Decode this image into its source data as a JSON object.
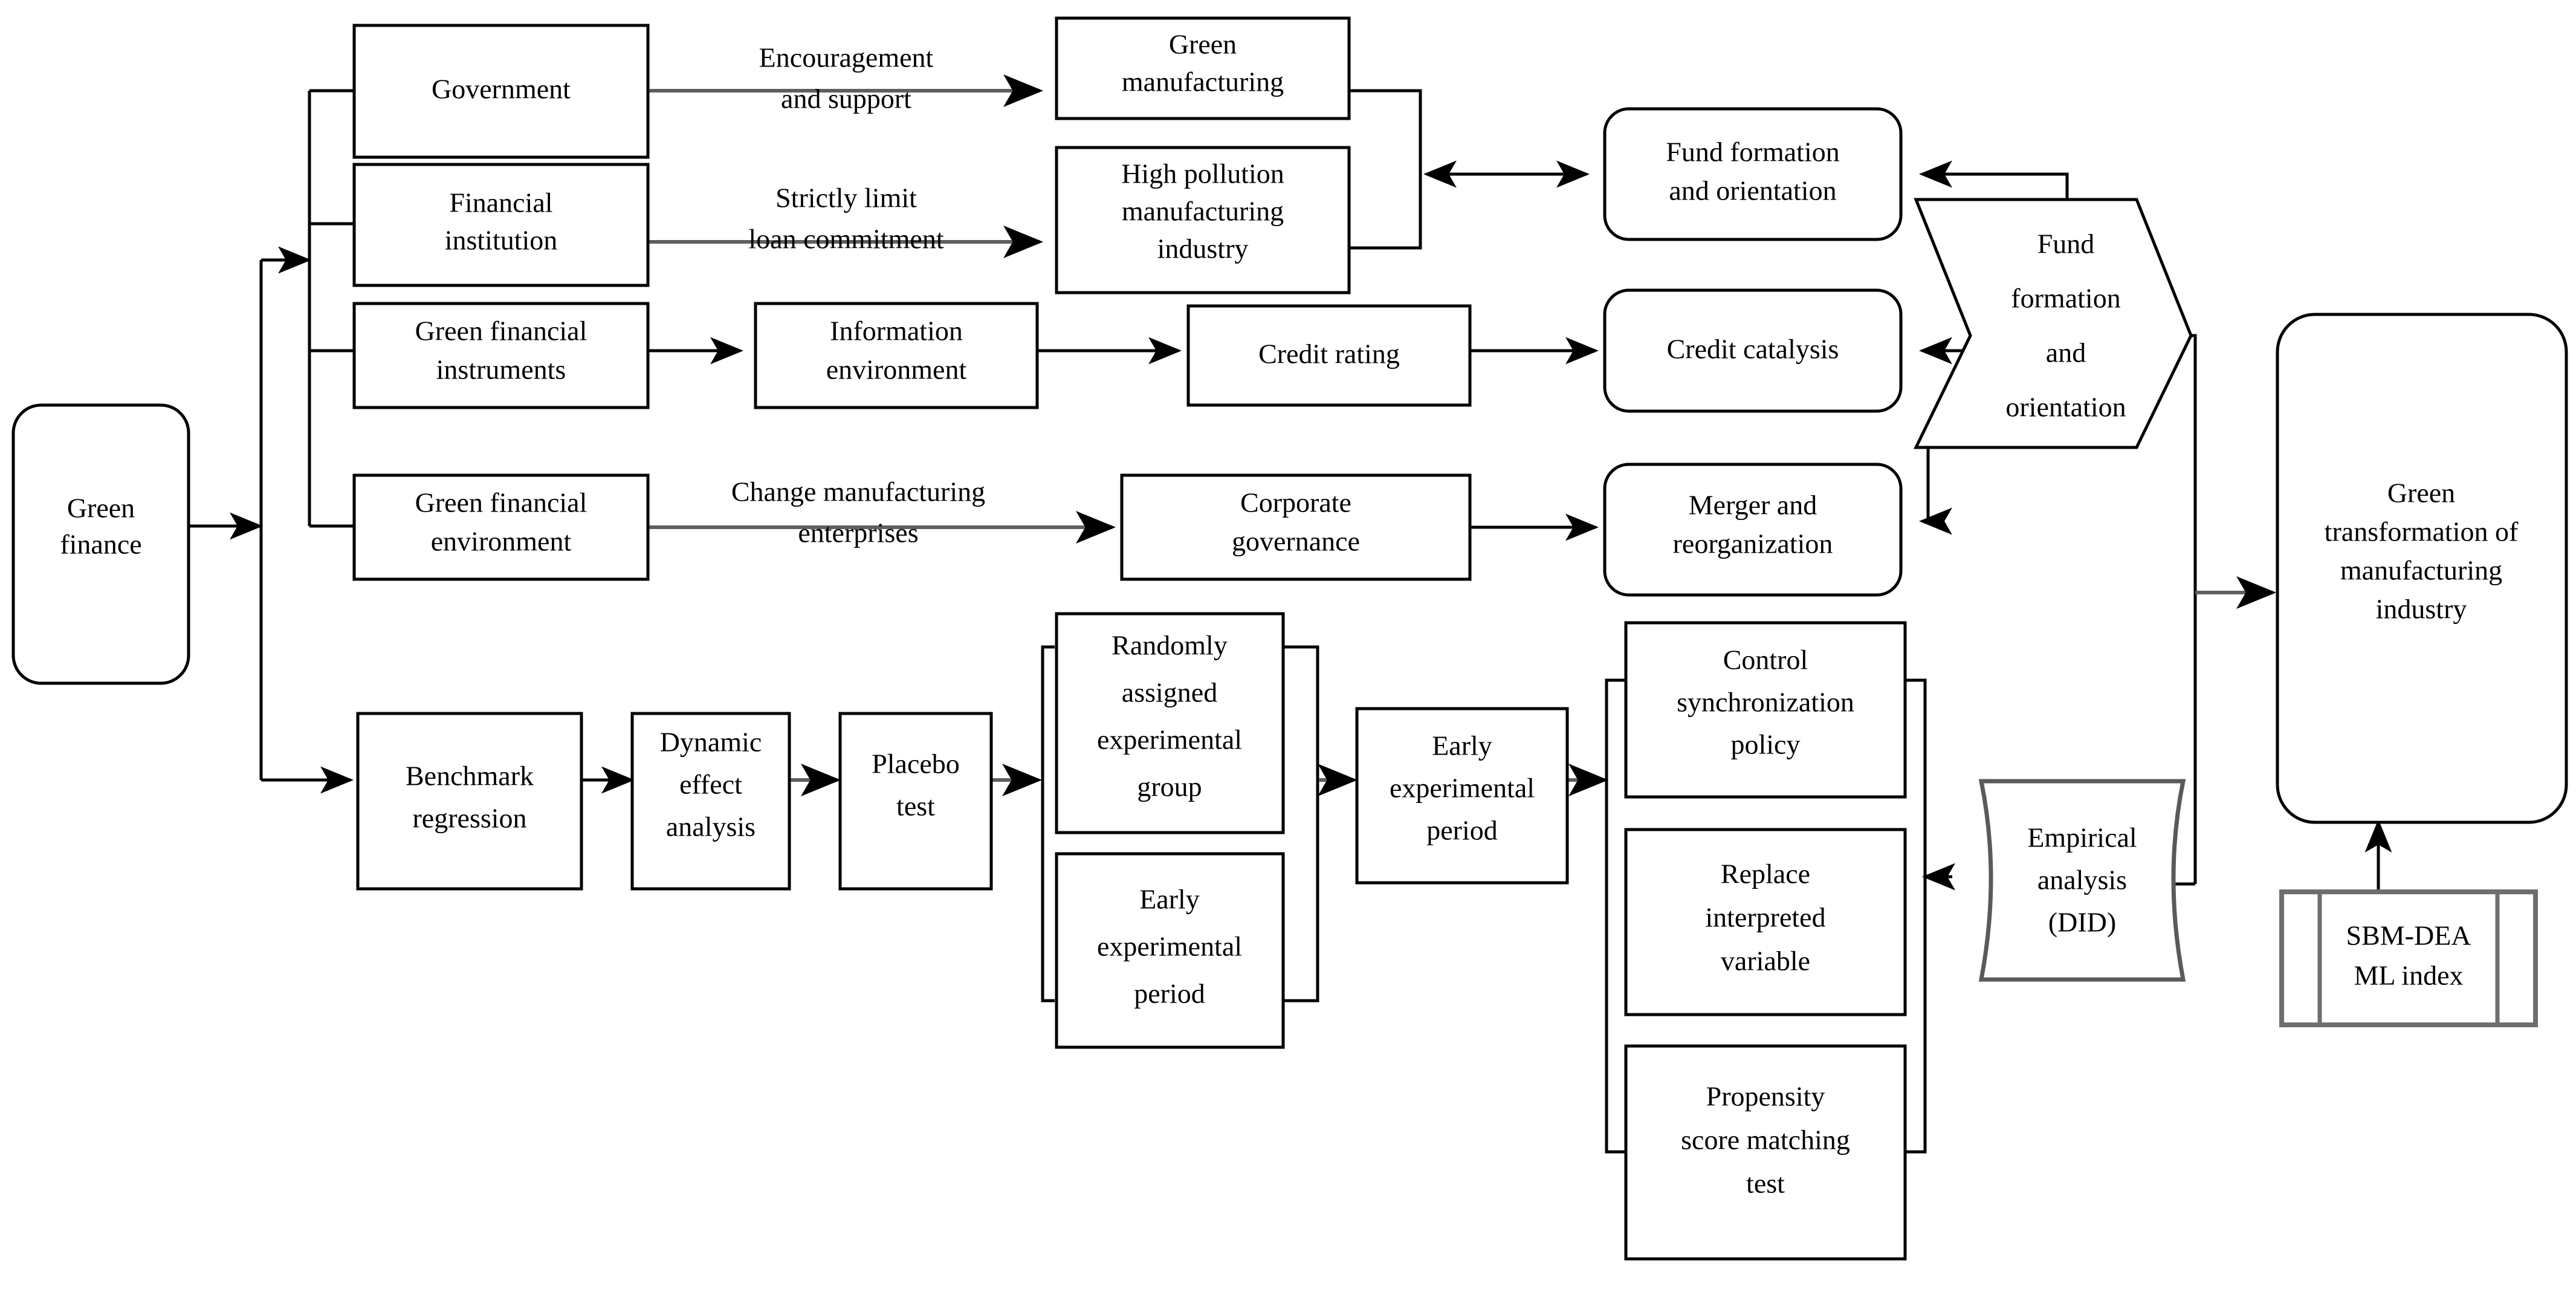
{
  "diagram": {
    "title": "Green finance and green transformation of manufacturing industry research framework",
    "colors": {
      "stroke": "#000000",
      "gray_stroke": "#5e5e5e",
      "background": "#ffffff"
    },
    "nodes": {
      "green_finance": {
        "label": "Green\nfinance",
        "shape": "rounded-rect"
      },
      "government": {
        "label": "Government",
        "shape": "rect"
      },
      "financial_institution": {
        "label": "Financial\ninstitution",
        "shape": "rect"
      },
      "green_financial_instruments": {
        "label": "Green financial\ninstruments",
        "shape": "rect"
      },
      "green_financial_environment": {
        "label": "Green financial\nenvironment",
        "shape": "rect"
      },
      "green_manufacturing": {
        "label": "Green\nmanufacturing",
        "shape": "rect"
      },
      "high_pollution": {
        "label": "High pollution\nmanufacturing\nindustry",
        "shape": "rect"
      },
      "information_environment": {
        "label": "Information\nenvironment",
        "shape": "rect"
      },
      "credit_rating": {
        "label": "Credit rating",
        "shape": "rect"
      },
      "corporate_governance": {
        "label": "Corporate\ngovernance",
        "shape": "rect"
      },
      "fund_formation_orientation": {
        "label": "Fund formation\nand orientation",
        "shape": "rounded-rect"
      },
      "credit_catalysis": {
        "label": "Credit catalysis",
        "shape": "rounded-rect"
      },
      "merger_reorganization": {
        "label": "Merger and\nreorganization",
        "shape": "rounded-rect"
      },
      "fund_formation_hex": {
        "label": "Fund\nformation\nand\norientation",
        "shape": "hexagon"
      },
      "green_transformation": {
        "label": "Green\ntransformation of\nmanufacturing\nindustry",
        "shape": "rounded-rect"
      },
      "sbm_dea": {
        "label": "SBM-DEA\nML index",
        "shape": "predefined-process"
      },
      "benchmark_regression": {
        "label": "Benchmark\nregression",
        "shape": "rect"
      },
      "dynamic_effect_analysis": {
        "label": "Dynamic\neffect\nanalysis",
        "shape": "rect"
      },
      "placebo_test": {
        "label": "Placebo\ntest",
        "shape": "rect"
      },
      "randomly_assigned_group": {
        "label": "Randomly\nassigned\nexperimental\ngroup",
        "shape": "rect"
      },
      "early_experimental_period_a": {
        "label": "Early\nexperimental\nperiod",
        "shape": "rect"
      },
      "early_experimental_period_b": {
        "label": "Early\nexperimental\nperiod",
        "shape": "rect"
      },
      "control_sync_policy": {
        "label": "Control\nsynchronization\npolicy",
        "shape": "rect"
      },
      "replace_interpreted_variable": {
        "label": "Replace\ninterpreted\nvariable",
        "shape": "rect"
      },
      "propensity_score_matching": {
        "label": "Propensity\nscore matching\ntest",
        "shape": "rect"
      },
      "empirical_analysis": {
        "label": "Empirical\nanalysis\n(DID)",
        "shape": "document"
      }
    },
    "edge_labels": {
      "encouragement_support": "Encouragement\nand support",
      "strictly_limit_loan": "Strictly limit\nloan  commitment",
      "change_manufacturing": "Change manufacturing\nenterprises"
    }
  }
}
